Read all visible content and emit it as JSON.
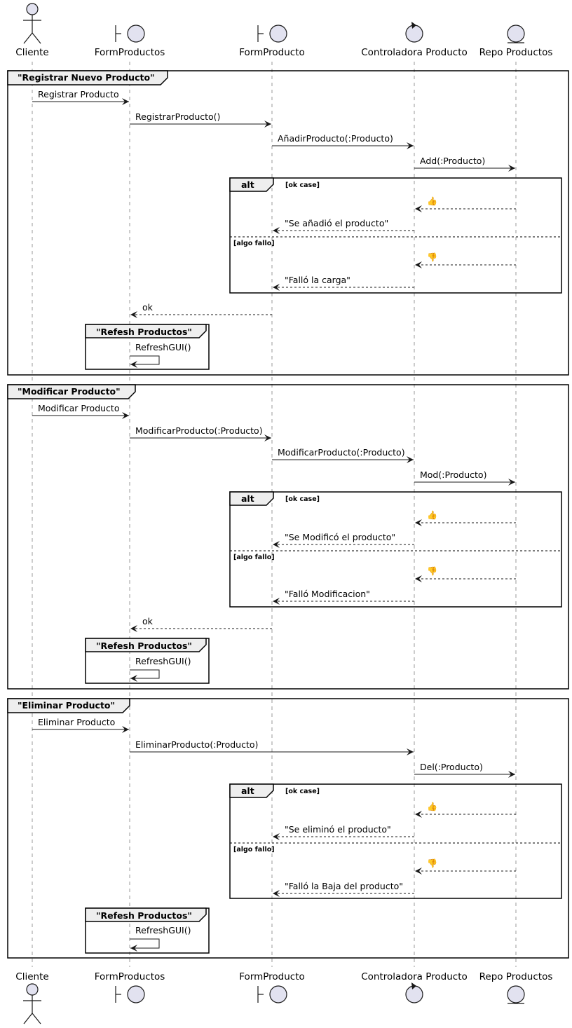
{
  "colors": {
    "participant_fill": "#E2E2F0",
    "participant_stroke": "#181818",
    "lifeline": "#999999",
    "frame_stroke": "#000000",
    "frame_tab_fill": "#EEEEEE"
  },
  "participants": [
    {
      "id": "cliente",
      "label": "Cliente",
      "shape": "actor-icon"
    },
    {
      "id": "formproductos",
      "label": "FormProductos",
      "shape": "boundary-icon"
    },
    {
      "id": "formproducto",
      "label": "FormProducto",
      "shape": "boundary-icon"
    },
    {
      "id": "controladora",
      "label": "Controladora Producto",
      "shape": "control-icon"
    },
    {
      "id": "repo",
      "label": "Repo Productos",
      "shape": "entity-icon"
    }
  ],
  "groups": [
    {
      "title": "\"Registrar Nuevo Producto\"",
      "messages": [
        {
          "from": "cliente",
          "to": "formproductos",
          "label": "Registrar Producto",
          "kind": "sync"
        },
        {
          "from": "formproductos",
          "to": "formproducto",
          "label": "RegistrarProducto()",
          "kind": "sync"
        },
        {
          "from": "formproducto",
          "to": "controladora",
          "label": "AñadirProducto(:Producto)",
          "kind": "sync"
        },
        {
          "from": "controladora",
          "to": "repo",
          "label": "Add(:Producto)",
          "kind": "sync"
        }
      ],
      "alt": {
        "keyword": "alt",
        "branches": [
          {
            "guard": "[ok case]",
            "messages": [
              {
                "from": "repo",
                "to": "controladora",
                "label": "",
                "icon": "thumbs-up-icon",
                "kind": "reply"
              },
              {
                "from": "controladora",
                "to": "formproducto",
                "label": "\"Se añadió el producto\"",
                "kind": "reply"
              }
            ]
          },
          {
            "guard": "[algo fallo]",
            "messages": [
              {
                "from": "repo",
                "to": "controladora",
                "label": "",
                "icon": "thumbs-down-icon",
                "kind": "reply"
              },
              {
                "from": "controladora",
                "to": "formproducto",
                "label": "\"Falló la carga\"",
                "kind": "reply"
              }
            ]
          }
        ]
      },
      "after": [
        {
          "from": "formproducto",
          "to": "formproductos",
          "label": "ok",
          "kind": "reply"
        }
      ],
      "refresh": {
        "title": "\"Refesh Productos\"",
        "self_label": "RefreshGUI()"
      }
    },
    {
      "title": "\"Modificar Producto\"",
      "messages": [
        {
          "from": "cliente",
          "to": "formproductos",
          "label": "Modificar Producto",
          "kind": "sync"
        },
        {
          "from": "formproductos",
          "to": "formproducto",
          "label": "ModificarProducto(:Producto)",
          "kind": "sync"
        },
        {
          "from": "formproducto",
          "to": "controladora",
          "label": "ModificarProducto(:Producto)",
          "kind": "sync"
        },
        {
          "from": "controladora",
          "to": "repo",
          "label": "Mod(:Producto)",
          "kind": "sync"
        }
      ],
      "alt": {
        "keyword": "alt",
        "branches": [
          {
            "guard": "[ok case]",
            "messages": [
              {
                "from": "repo",
                "to": "controladora",
                "label": "",
                "icon": "thumbs-up-icon",
                "kind": "reply"
              },
              {
                "from": "controladora",
                "to": "formproducto",
                "label": "\"Se Modificó el producto\"",
                "kind": "reply"
              }
            ]
          },
          {
            "guard": "[algo fallo]",
            "messages": [
              {
                "from": "repo",
                "to": "controladora",
                "label": "",
                "icon": "thumbs-down-icon",
                "kind": "reply"
              },
              {
                "from": "controladora",
                "to": "formproducto",
                "label": "\"Falló Modificacion\"",
                "kind": "reply"
              }
            ]
          }
        ]
      },
      "after": [
        {
          "from": "formproducto",
          "to": "formproductos",
          "label": "ok",
          "kind": "reply"
        }
      ],
      "refresh": {
        "title": "\"Refesh Productos\"",
        "self_label": "RefreshGUI()"
      }
    },
    {
      "title": "\"Eliminar Producto\"",
      "messages": [
        {
          "from": "cliente",
          "to": "formproductos",
          "label": "Eliminar Producto",
          "kind": "sync"
        },
        {
          "from": "formproductos",
          "to": "controladora",
          "label": "EliminarProducto(:Producto)",
          "kind": "sync"
        },
        {
          "from": "controladora",
          "to": "repo",
          "label": "Del(:Producto)",
          "kind": "sync"
        }
      ],
      "alt": {
        "keyword": "alt",
        "branches": [
          {
            "guard": "[ok case]",
            "messages": [
              {
                "from": "repo",
                "to": "controladora",
                "label": "",
                "icon": "thumbs-up-icon",
                "kind": "reply"
              },
              {
                "from": "controladora",
                "to": "formproducto",
                "label": "\"Se eliminó el producto\"",
                "kind": "reply"
              }
            ]
          },
          {
            "guard": "[algo fallo]",
            "messages": [
              {
                "from": "repo",
                "to": "controladora",
                "label": "",
                "icon": "thumbs-down-icon",
                "kind": "reply"
              },
              {
                "from": "controladora",
                "to": "formproducto",
                "label": "\"Falló la Baja del producto\"",
                "kind": "reply"
              }
            ]
          }
        ]
      },
      "after": [],
      "refresh": {
        "title": "\"Refesh Productos\"",
        "self_label": "RefreshGUI()"
      }
    }
  ]
}
